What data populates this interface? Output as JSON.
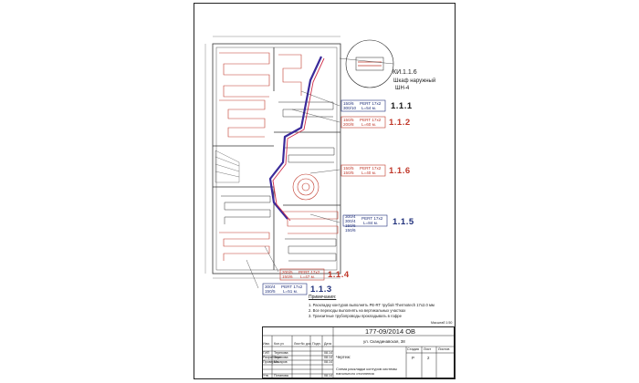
{
  "cabinet": {
    "code": "КИ.1.1.6",
    "desc_line1": "Шкаф наружный",
    "desc_line2": "ШН-4"
  },
  "circuits": [
    {
      "id": "1.1.1",
      "pipe": "PERT 17x2",
      "length": "L=54 м.",
      "flow1": "150/6",
      "flow2": "300/10",
      "color": "blue"
    },
    {
      "id": "1.1.2",
      "pipe": "PERT 17x2",
      "length": "L=60 м.",
      "flow1": "150/5",
      "flow2": "200/8",
      "color": "red"
    },
    {
      "id": "1.1.6",
      "pipe": "PERT 17x2",
      "length": "L=40 м.",
      "flow1": "150/5",
      "flow2": "150/5",
      "color": "red"
    },
    {
      "id": "1.1.5",
      "pipe": "PERT 17x2",
      "length": "L=84 м.",
      "flow1": "300/4",
      "flow2": "300/4",
      "flow3": "150/6",
      "flow4": "150/6",
      "color": "blue"
    },
    {
      "id": "1.1.4",
      "pipe": "PERT 17x2",
      "length": "L=47 м.",
      "flow1": "200/5",
      "flow2": "150/6",
      "color": "red"
    },
    {
      "id": "1.1.3",
      "pipe": "PERT 17x2",
      "length": "L=51 м.",
      "flow1": "300/4",
      "flow2": "150/5",
      "color": "blue"
    }
  ],
  "notes": {
    "title": "Примечания:",
    "items": [
      "1. Раскладку контуров выполнять PE-RT трубой Thermotech 17x2.0 мм",
      "2. Все переходы выполнять на вертикальных участках",
      "3. Транзитные трубопроводы прокладывать в гофре"
    ],
    "small_ref": "Масштаб 1:50"
  },
  "titleblock": {
    "code": "177-09/2014 ОВ",
    "address": "ул. Скандинавская, 38",
    "object": "Чертеж:",
    "sheet_title": "Схема раскладки контуров системы напольного отопления",
    "stage_hdr": "Стадия",
    "sheet_hdr": "Лист",
    "sheets_hdr": "Листов",
    "stage": "Р",
    "sheet": "2",
    "sheets": "",
    "col_headers": [
      "Изм.",
      "Кол.уч",
      "Лист",
      "№ док.",
      "Подп.",
      "Дата"
    ],
    "people": [
      {
        "role": "ГИП",
        "name": "Терехова",
        "date": "08.14"
      },
      {
        "role": "Разработал",
        "name": "Терехова",
        "date": "08.14"
      },
      {
        "role": "Проверил",
        "name": "Макаров",
        "date": "08.14"
      },
      {
        "role": "Утв.",
        "name": "Потапова",
        "date": "08.14"
      }
    ]
  },
  "colors": {
    "red": "#c0392b",
    "blue": "#1f2f7a",
    "manifold": "#3a2a9a",
    "manifold_red": "#d0304a"
  }
}
